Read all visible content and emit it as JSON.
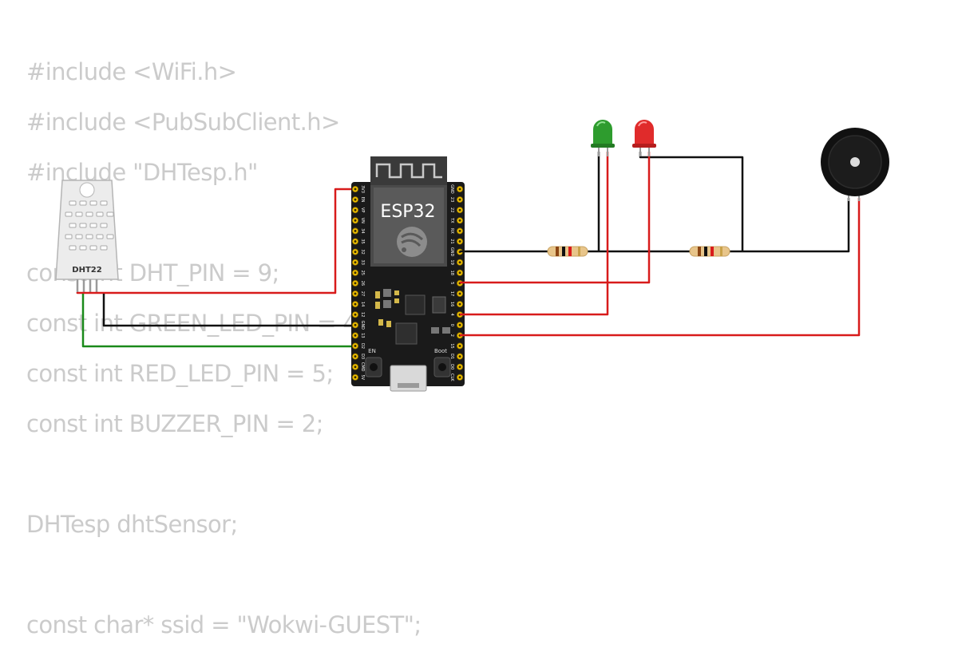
{
  "code": {
    "lines": [
      "#include <WiFi.h>",
      "#include <PubSubClient.h>",
      "#include \"DHTesp.h\"",
      "",
      "const int DHT_PIN = 9;",
      "const int GREEN_LED_PIN = 4;",
      "const int RED_LED_PIN = 5;",
      "const int BUZZER_PIN = 2;",
      "",
      "DHTesp dhtSensor;",
      "",
      "const char* ssid = \"Wokwi-GUEST\";"
    ]
  },
  "components": {
    "esp32": {
      "label": "ESP32",
      "en_label": "EN",
      "boot_label": "Boot",
      "left_pins": [
        "3V3",
        "EN",
        "VP",
        "VN",
        "34",
        "35",
        "32",
        "33",
        "25",
        "26",
        "27",
        "14",
        "12",
        "GND",
        "13",
        "D2",
        "D3",
        "CMD",
        "5V"
      ],
      "right_pins": [
        "GND",
        "23",
        "22",
        "TX",
        "RX",
        "21",
        "GND",
        "19",
        "18",
        "5",
        "17",
        "16",
        "4",
        "0",
        "2",
        "15",
        "D1",
        "D0",
        "CLK"
      ]
    },
    "dht22": {
      "label": "DHT22"
    },
    "green_led": {
      "color": "#2e9c2e"
    },
    "red_led": {
      "color": "#e02b2b"
    },
    "buzzer": {
      "color": "#111111"
    }
  },
  "wire_colors": {
    "power": "#d81b1b",
    "ground": "#111111",
    "data": "#1a8a1a"
  }
}
